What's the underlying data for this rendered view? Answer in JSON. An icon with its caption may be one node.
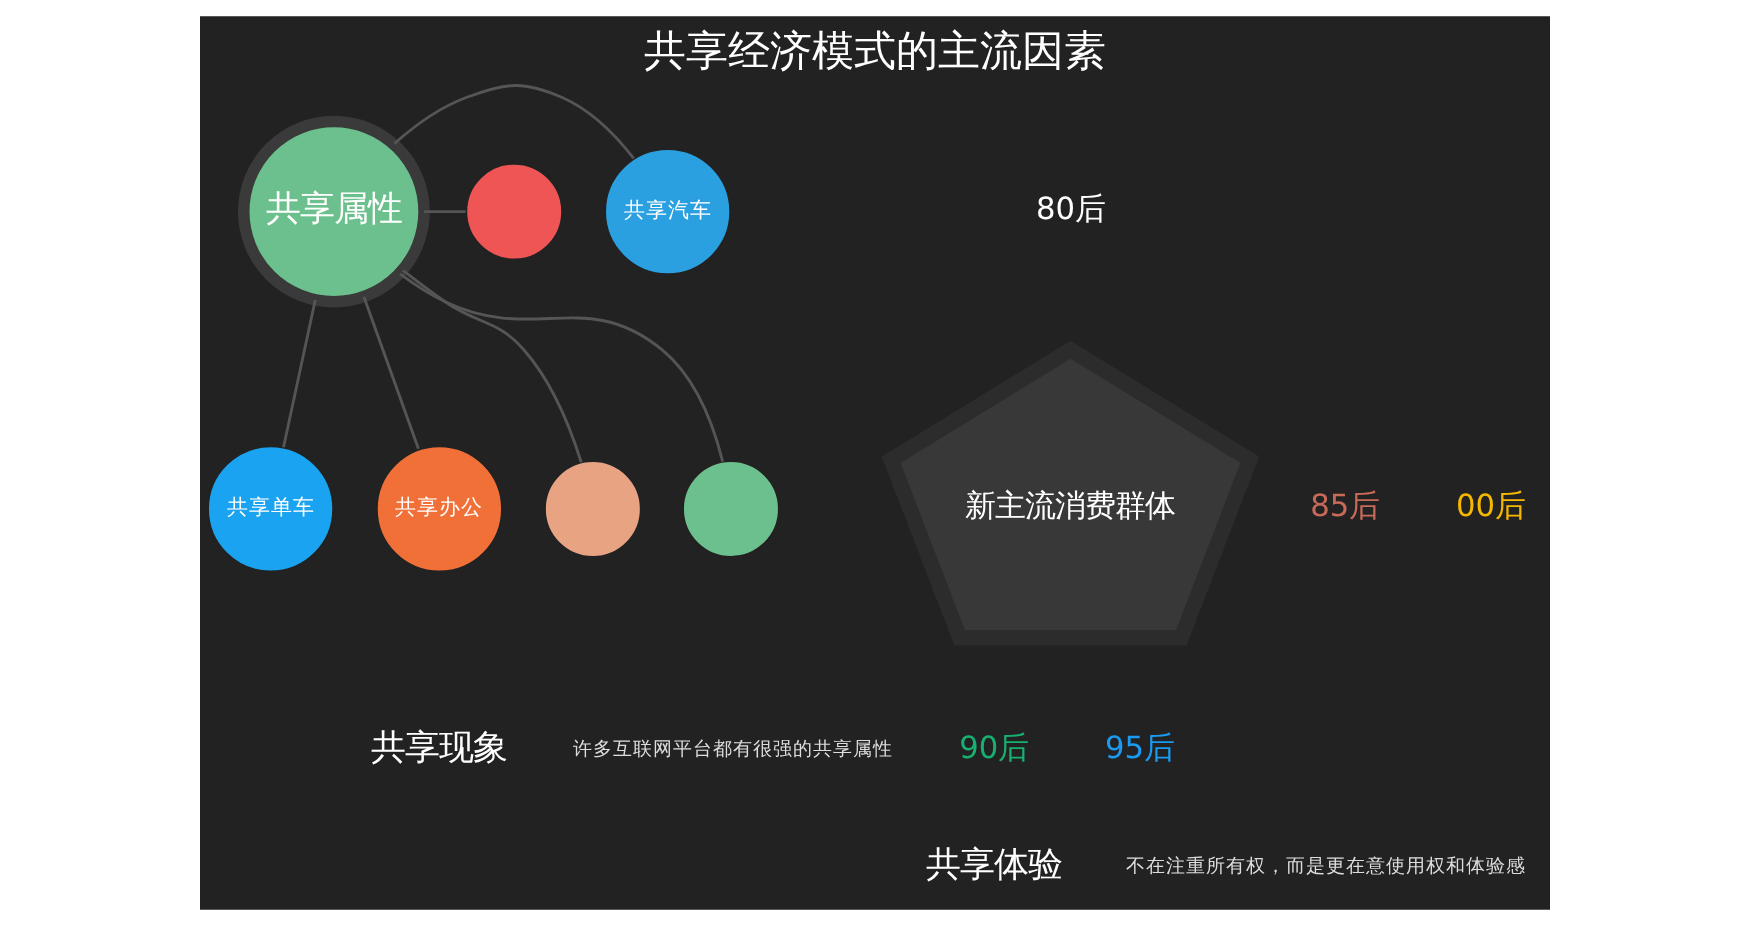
{
  "diagram": {
    "title": "共享经济模式的主流因素",
    "nodes": [
      {
        "text": [
          "共享属性"
        ]
      },
      {
        "text": [
          "共享单车"
        ]
      },
      {
        "text": [],
        "shape": "circle"
      },
      {
        "text": [
          "共享汽车"
        ]
      },
      {
        "text": [],
        "shape": "circle"
      },
      {
        "text": [
          "共享办公"
        ]
      },
      {
        "text": [],
        "shape": "circle"
      },
      {
        "text": [
          "新主流消费群体"
        ]
      }
    ],
    "edges": [
      {
        "from": 0,
        "to": 1,
        "arrow": "none"
      },
      {
        "from": 0,
        "to": 2,
        "arrow": "none"
      },
      {
        "from": 0,
        "to": 3,
        "arrow": "none"
      },
      {
        "from": 0,
        "to": 4,
        "arrow": "none"
      },
      {
        "from": 0,
        "to": 5,
        "arrow": "none"
      },
      {
        "from": 0,
        "to": 6,
        "arrow": "none"
      }
    ],
    "labels": [
      "80后",
      "85后",
      "00后",
      "90后",
      "95后",
      "共享现象",
      "许多互联网平台都有很强的共享属性",
      "共享体验",
      "不在注重所有权，而是更在意使用权和体验感"
    ]
  }
}
